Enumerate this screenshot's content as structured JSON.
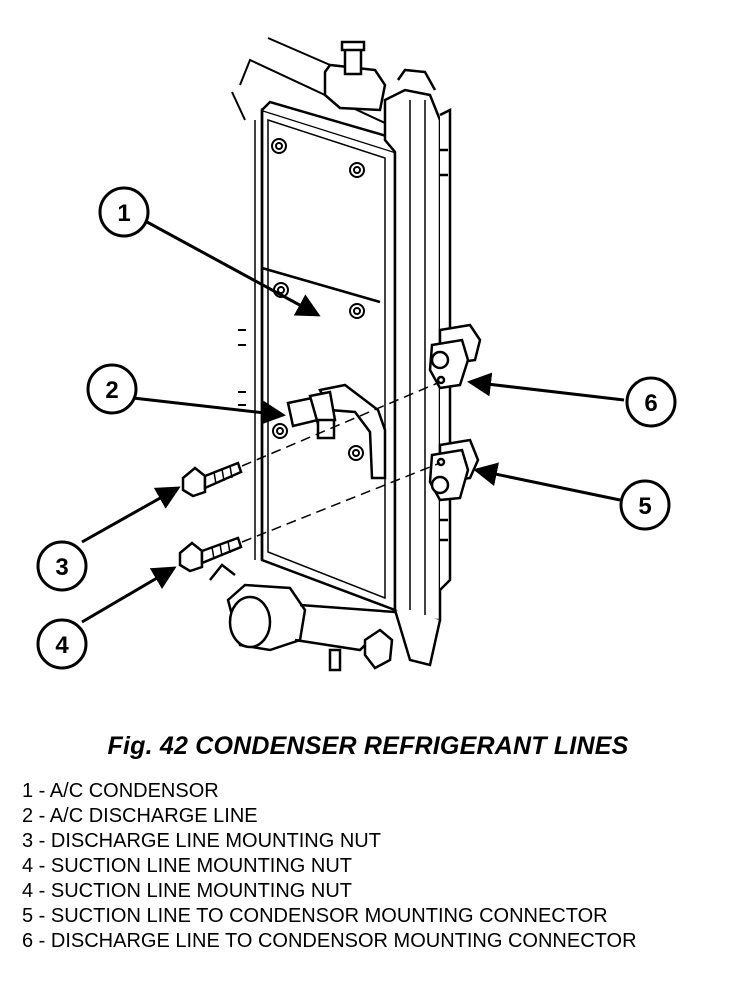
{
  "figure": {
    "caption": "Fig. 42 CONDENSER REFRIGERANT LINES",
    "callouts": [
      {
        "number": "1"
      },
      {
        "number": "2"
      },
      {
        "number": "3"
      },
      {
        "number": "4"
      },
      {
        "number": "5"
      },
      {
        "number": "6"
      }
    ],
    "legend": [
      "1 - A/C CONDENSOR",
      "2 - A/C DISCHARGE LINE",
      "3 - DISCHARGE LINE MOUNTING NUT",
      "4 - SUCTION LINE MOUNTING NUT",
      "4 - SUCTION LINE MOUNTING NUT",
      "5 - SUCTION LINE TO CONDENSOR MOUNTING CONNECTOR",
      "6 - DISCHARGE LINE TO CONDENSOR MOUNTING CONNECTOR"
    ]
  }
}
